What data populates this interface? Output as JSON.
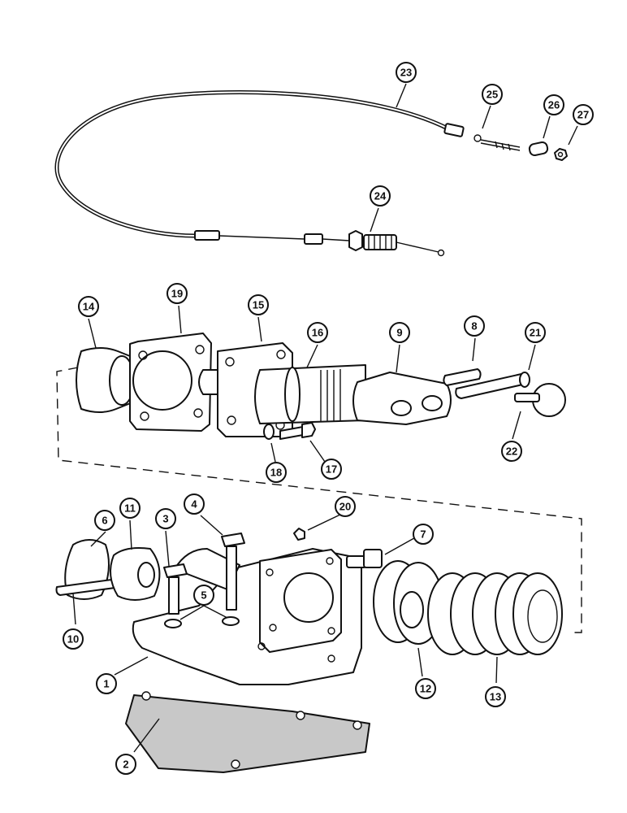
{
  "callouts": [
    {
      "id": "1",
      "label": "1"
    },
    {
      "id": "2",
      "label": "2"
    },
    {
      "id": "3",
      "label": "3"
    },
    {
      "id": "4",
      "label": "4"
    },
    {
      "id": "5",
      "label": "5"
    },
    {
      "id": "6",
      "label": "6"
    },
    {
      "id": "7",
      "label": "7"
    },
    {
      "id": "8",
      "label": "8"
    },
    {
      "id": "9",
      "label": "9"
    },
    {
      "id": "10",
      "label": "10"
    },
    {
      "id": "11",
      "label": "11"
    },
    {
      "id": "12",
      "label": "12"
    },
    {
      "id": "13",
      "label": "13"
    },
    {
      "id": "14",
      "label": "14"
    },
    {
      "id": "15",
      "label": "15"
    },
    {
      "id": "16",
      "label": "16"
    },
    {
      "id": "17",
      "label": "17"
    },
    {
      "id": "18",
      "label": "18"
    },
    {
      "id": "19",
      "label": "19"
    },
    {
      "id": "20",
      "label": "20"
    },
    {
      "id": "21",
      "label": "21"
    },
    {
      "id": "22",
      "label": "22"
    },
    {
      "id": "23",
      "label": "23"
    },
    {
      "id": "24",
      "label": "24"
    },
    {
      "id": "25",
      "label": "25"
    },
    {
      "id": "26",
      "label": "26"
    },
    {
      "id": "27",
      "label": "27"
    }
  ]
}
